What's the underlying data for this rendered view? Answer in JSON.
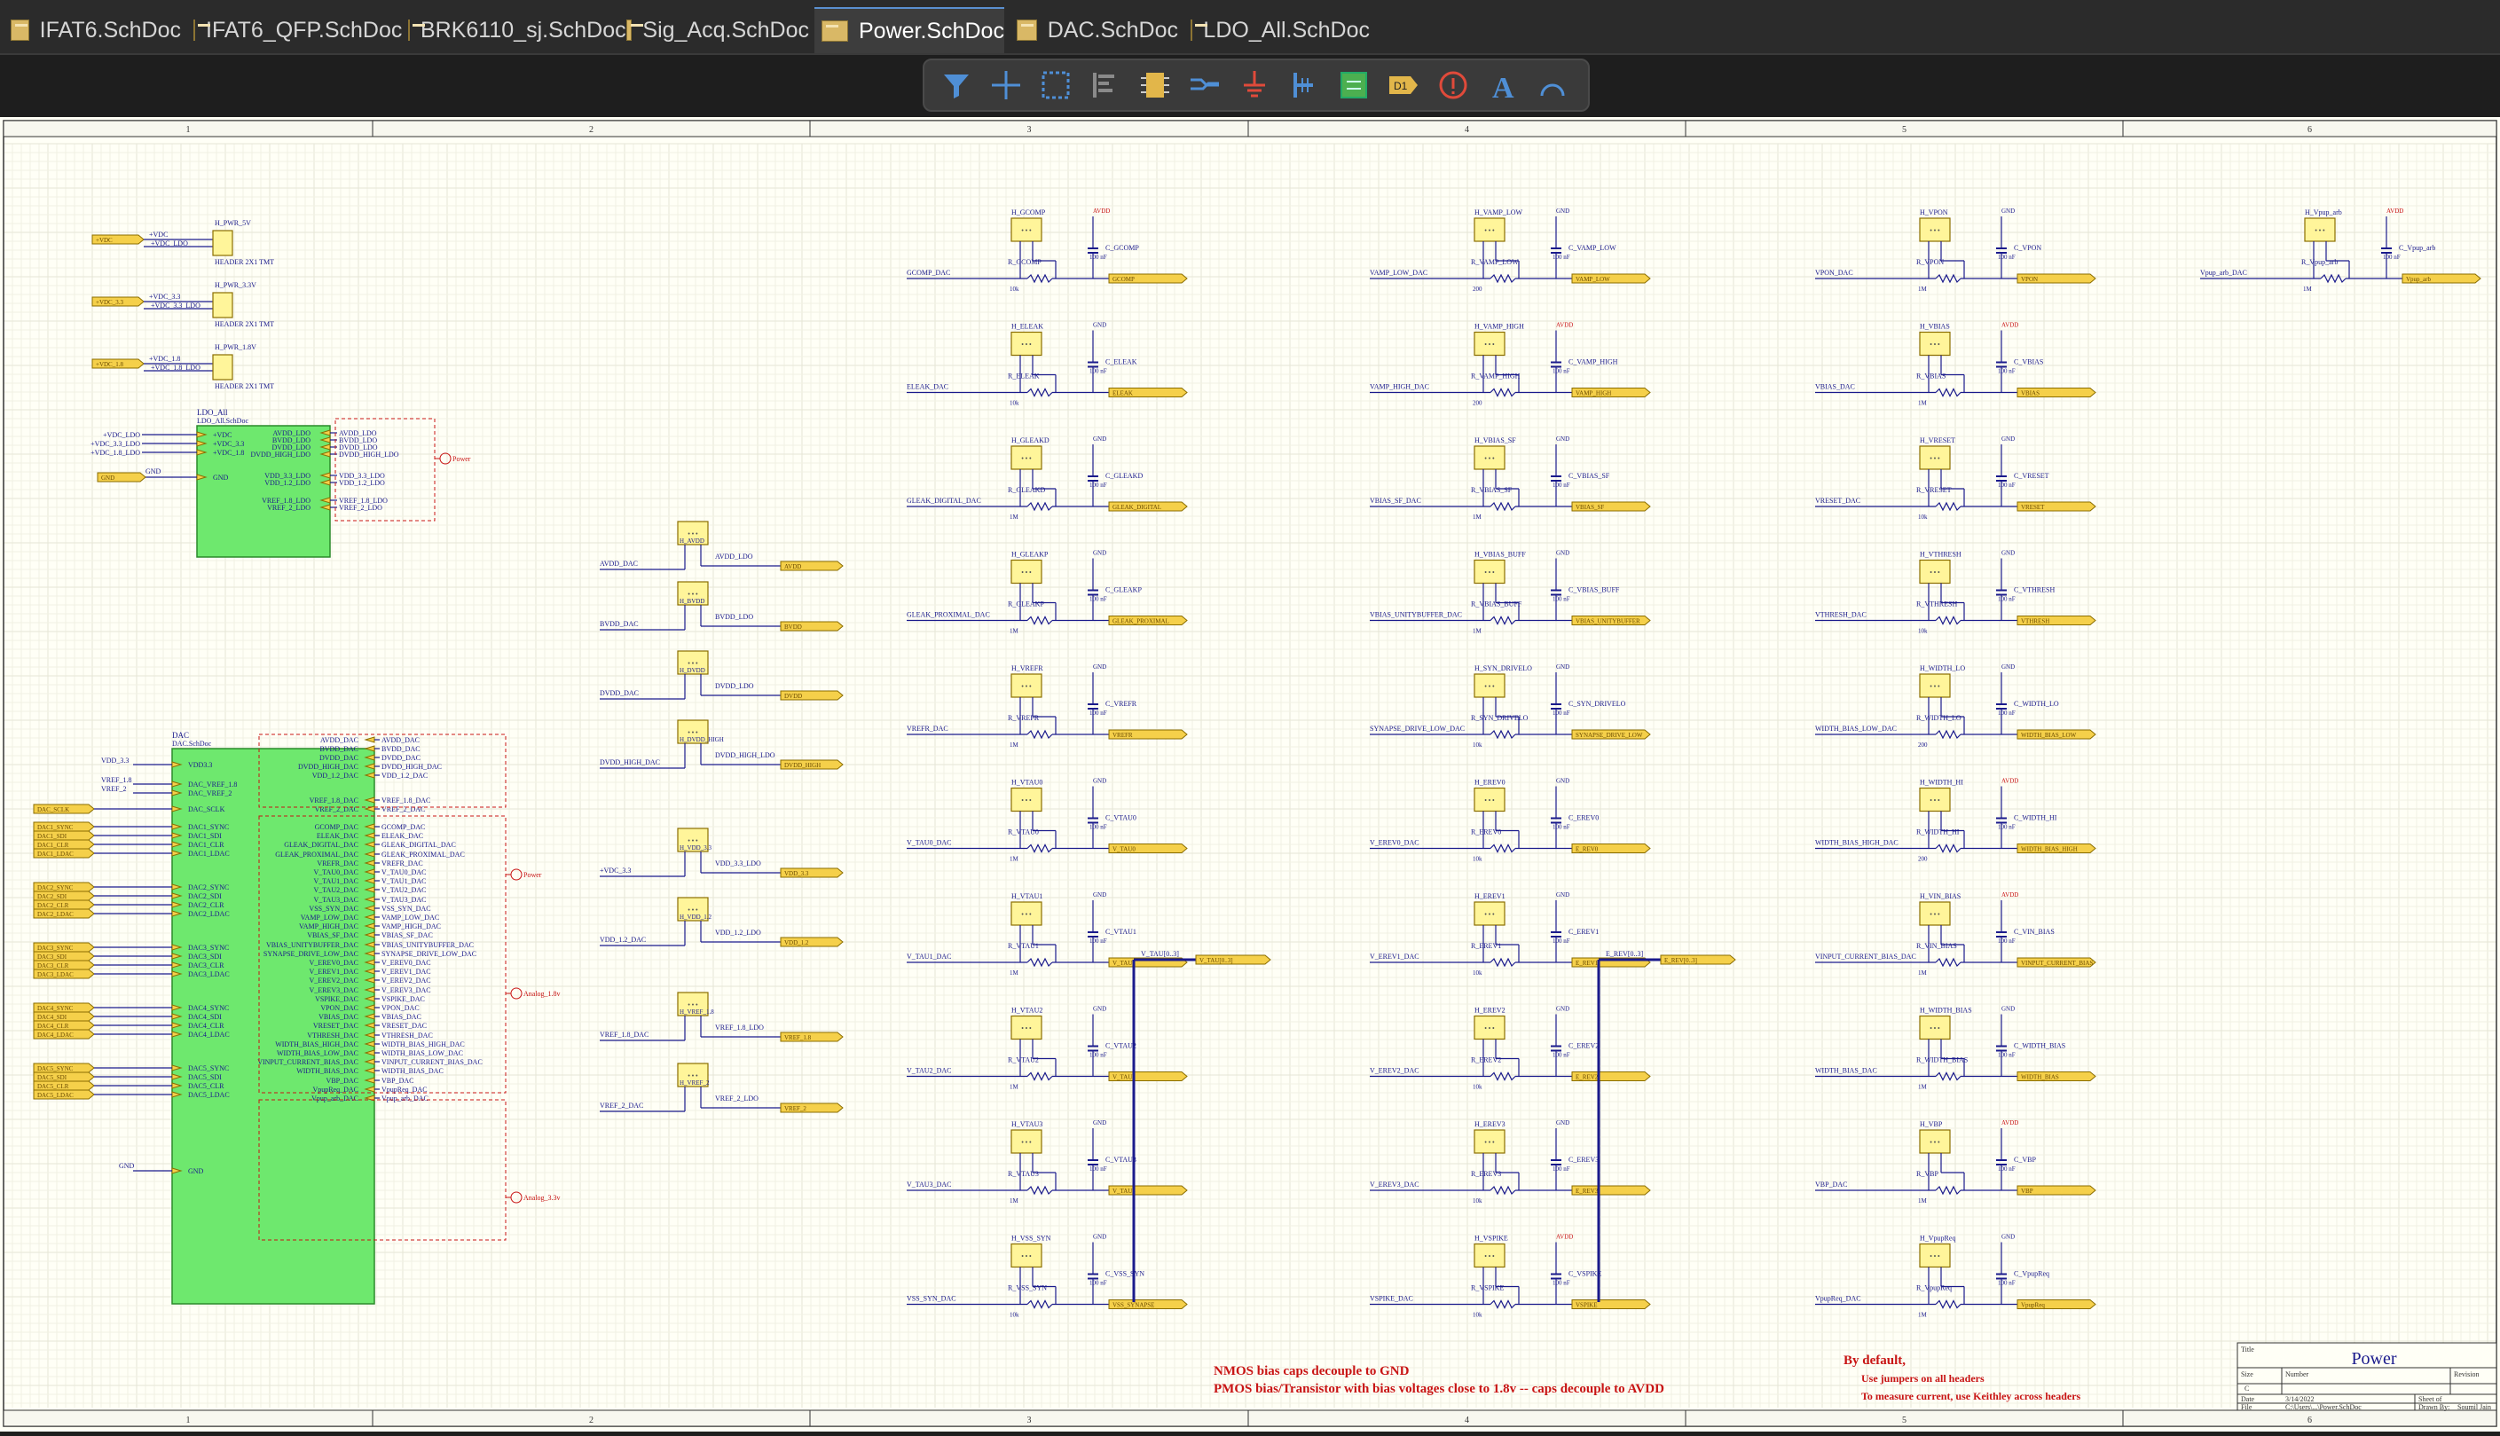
{
  "tabs": [
    {
      "label": "IFAT6.SchDoc",
      "active": false
    },
    {
      "label": "IFAT6_QFP.SchDoc",
      "active": false
    },
    {
      "label": "BRK6110_sj.SchDoc",
      "active": false
    },
    {
      "label": "Sig_Acq.SchDoc",
      "active": false
    },
    {
      "label": "Power.SchDoc",
      "active": true
    },
    {
      "label": "DAC.SchDoc",
      "active": false
    },
    {
      "label": "LDO_All.SchDoc",
      "active": false
    }
  ],
  "toolbar": {
    "icons": [
      "filter-icon",
      "crosshair-icon",
      "select-rect-icon",
      "align-icon",
      "component-icon",
      "bus-icon",
      "ground-icon",
      "power-port-icon",
      "sheet-symbol-icon",
      "net-label-icon",
      "directive-icon",
      "text-icon",
      "arc-icon"
    ]
  },
  "ruler": {
    "columns": [
      "1",
      "2",
      "3",
      "4",
      "5",
      "6"
    ]
  },
  "schematic": {
    "headers": [
      {
        "label": "H_PWR_5V",
        "net": "+VDC",
        "pinnet": "+VDC_LDO",
        "part": "HEADER 2X1 TMT"
      },
      {
        "label": "H_PWR_3.3V",
        "net": "+VDC_3.3",
        "pinnet": "+VDC_3.3_LDO",
        "part": "HEADER 2X1 TMT"
      },
      {
        "label": "H_PWR_1.8V",
        "net": "+VDC_1.8",
        "pinnet": "+VDC_1.8_LDO",
        "part": "HEADER 2X1 TMT"
      }
    ],
    "ldo": {
      "designator": "LDO_All",
      "file": "LDO_All.SchDoc",
      "left_pins": [
        "+VDC",
        "+VDC_3.3",
        "+VDC_1.8",
        "GND"
      ],
      "left_nets": [
        "+VDC_LDO",
        "+VDC_3.3_LDO",
        "+VDC_1.8_LDO",
        "GND"
      ],
      "right_pins": [
        "AVDD_LDO",
        "BVDD_LDO",
        "DVDD_LDO",
        "DVDD_HIGH_LDO",
        "VDD_3.3_LDO",
        "VDD_1.2_LDO",
        "VREF_1.8_LDO",
        "VREF_2_LDO"
      ],
      "harness": "Power",
      "gnd_label": "GND"
    },
    "dac": {
      "designator": "DAC",
      "file": "DAC.SchDoc",
      "left_pins": [
        "VDD3.3",
        "DAC_VREF_1.8",
        "DAC_VREF_2",
        "DAC_SCLK",
        "DAC1_SYNC",
        "DAC1_SDI",
        "DAC1_CLR",
        "DAC1_LDAC",
        "DAC2_SYNC",
        "DAC2_SDI",
        "DAC2_CLR",
        "DAC2_LDAC",
        "DAC3_SYNC",
        "DAC3_SDI",
        "DAC3_CLR",
        "DAC3_LDAC",
        "DAC4_SYNC",
        "DAC4_SDI",
        "DAC4_CLR",
        "DAC4_LDAC",
        "DAC5_SYNC",
        "DAC5_SDI",
        "DAC5_CLR",
        "DAC5_LDAC",
        "GND"
      ],
      "left_nets": [
        "VDD_3.3",
        "VREF_1.8",
        "VREF_2",
        "DAC_SCLK",
        "DAC1_SYNC",
        "DAC1_SDI",
        "DAC1_CLR",
        "DAC1_LDAC",
        "DAC2_SYNC",
        "DAC2_SDI",
        "DAC2_CLR",
        "DAC2_LDAC",
        "DAC3_SYNC",
        "DAC3_SDI",
        "DAC3_CLR",
        "DAC3_LDAC",
        "DAC4_SYNC",
        "DAC4_SDI",
        "DAC4_CLR",
        "DAC4_LDAC",
        "DAC5_SYNC",
        "DAC5_SDI",
        "DAC5_CLR",
        "DAC5_LDAC",
        "GND"
      ],
      "right_pins": [
        "AVDD_DAC",
        "BVDD_DAC",
        "DVDD_DAC",
        "DVDD_HIGH_DAC",
        "VDD_1.2_DAC",
        "VREF_1.8_DAC",
        "VREF_2_DAC",
        "GCOMP_DAC",
        "ELEAK_DAC",
        "GLEAK_DIGITAL_DAC",
        "GLEAK_PROXIMAL_DAC",
        "VREFR_DAC",
        "V_TAU0_DAC",
        "V_TAU1_DAC",
        "V_TAU2_DAC",
        "V_TAU3_DAC",
        "VSS_SYN_DAC",
        "VAMP_LOW_DAC",
        "VAMP_HIGH_DAC",
        "VBIAS_SF_DAC",
        "VBIAS_UNITYBUFFER_DAC",
        "SYNAPSE_DRIVE_LOW_DAC",
        "V_EREV0_DAC",
        "V_EREV1_DAC",
        "V_EREV2_DAC",
        "V_EREV3_DAC",
        "VSPIKE_DAC",
        "VPON_DAC",
        "VBIAS_DAC",
        "VRESET_DAC",
        "VTHRESH_DAC",
        "WIDTH_BIAS_HIGH_DAC",
        "WIDTH_BIAS_LOW_DAC",
        "VINPUT_CURRENT_BIAS_DAC",
        "WIDTH_BIAS_DAC",
        "VBP_DAC",
        "VpupReq_DAC",
        "Vpup_arb_DAC"
      ],
      "harnesses": [
        "Power",
        "Analog_1.8v",
        "Analog_3.3v"
      ]
    },
    "supply_headers": [
      {
        "designator": "H_AVDD",
        "in": "AVDD_DAC",
        "ldo": "AVDD_LDO",
        "out": "AVDD"
      },
      {
        "designator": "H_BVDD",
        "in": "BVDD_DAC",
        "ldo": "BVDD_LDO",
        "out": "BVDD"
      },
      {
        "designator": "H_DVDD",
        "in": "DVDD_DAC",
        "ldo": "DVDD_LDO",
        "out": "DVDD"
      },
      {
        "designator": "H_DVDD_HIGH",
        "in": "DVDD_HIGH_DAC",
        "ldo": "DVDD_HIGH_LDO",
        "out": "DVDD_HIGH"
      },
      {
        "designator": "H_VDD_3.3",
        "in": "+VDC_3.3",
        "ldo": "VDD_3.3_LDO",
        "out": "VDD_3.3"
      },
      {
        "designator": "H_VDD_1.2",
        "in": "VDD_1.2_DAC",
        "ldo": "VDD_1.2_LDO",
        "out": "VDD_1.2"
      },
      {
        "designator": "H_VREF_1.8",
        "in": "VREF_1.8_DAC",
        "ldo": "VREF_1.8_LDO",
        "out": "VREF_1.8"
      },
      {
        "designator": "H_VREF_2",
        "in": "VREF_2_DAC",
        "ldo": "VREF_2_LDO",
        "out": "VREF_2"
      }
    ],
    "bias_cells": [
      {
        "col": 0,
        "h": "H_GCOMP",
        "cap": "C_GCOMP",
        "cv": "100 nF",
        "res": "R_GCOMP",
        "rv": "10k",
        "in": "GCOMP_DAC",
        "out": "GCOMP",
        "sup": "AVDD"
      },
      {
        "col": 0,
        "h": "H_ELEAK",
        "cap": "C_ELEAK",
        "cv": "100 nF",
        "res": "R_ELEAK",
        "rv": "10k",
        "in": "ELEAK_DAC",
        "out": "ELEAK",
        "sup": "GND"
      },
      {
        "col": 0,
        "h": "H_GLEAKD",
        "cap": "C_GLEAKD",
        "cv": "100 nF",
        "res": "R_GLEAKD",
        "rv": "1M",
        "in": "GLEAK_DIGITAL_DAC",
        "out": "GLEAK_DIGITAL",
        "sup": "GND"
      },
      {
        "col": 0,
        "h": "H_GLEAKP",
        "cap": "C_GLEAKP",
        "cv": "100 nF",
        "res": "R_GLEAKP",
        "rv": "1M",
        "in": "GLEAK_PROXIMAL_DAC",
        "out": "GLEAK_PROXIMAL",
        "sup": "GND"
      },
      {
        "col": 0,
        "h": "H_VREFR",
        "cap": "C_VREFR",
        "cv": "100 nF",
        "res": "R_VREFR",
        "rv": "1M",
        "in": "VREFR_DAC",
        "out": "VREFR",
        "sup": "GND"
      },
      {
        "col": 0,
        "h": "H_VTAU0",
        "cap": "C_VTAU0",
        "cv": "100 nF",
        "res": "R_VTAU0",
        "rv": "1M",
        "in": "V_TAU0_DAC",
        "out": "V_TAU0",
        "sup": "GND"
      },
      {
        "col": 0,
        "h": "H_VTAU1",
        "cap": "C_VTAU1",
        "cv": "100 nF",
        "res": "R_VTAU1",
        "rv": "1M",
        "in": "V_TAU1_DAC",
        "out": "V_TAU1",
        "sup": "GND"
      },
      {
        "col": 0,
        "h": "H_VTAU2",
        "cap": "C_VTAU2",
        "cv": "100 nF",
        "res": "R_VTAU2",
        "rv": "1M",
        "in": "V_TAU2_DAC",
        "out": "V_TAU2",
        "sup": "GND"
      },
      {
        "col": 0,
        "h": "H_VTAU3",
        "cap": "C_VTAU3",
        "cv": "100 nF",
        "res": "R_VTAU3",
        "rv": "1M",
        "in": "V_TAU3_DAC",
        "out": "V_TAU3",
        "sup": "GND"
      },
      {
        "col": 0,
        "h": "H_VSS_SYN",
        "cap": "C_VSS_SYN",
        "cv": "100 nF",
        "res": "R_VSS_SYN",
        "rv": "10k",
        "in": "VSS_SYN_DAC",
        "out": "VSS_SYNAPSE",
        "sup": "GND"
      },
      {
        "col": 1,
        "h": "H_VAMP_LOW",
        "cap": "C_VAMP_LOW",
        "cv": "100 nF",
        "res": "R_VAMP_LOW",
        "rv": "200",
        "in": "VAMP_LOW_DAC",
        "out": "VAMP_LOW",
        "sup": "GND"
      },
      {
        "col": 1,
        "h": "H_VAMP_HIGH",
        "cap": "C_VAMP_HIGH",
        "cv": "100 nF",
        "res": "R_VAMP_HIGH",
        "rv": "200",
        "in": "VAMP_HIGH_DAC",
        "out": "VAMP_HIGH",
        "sup": "AVDD"
      },
      {
        "col": 1,
        "h": "H_VBIAS_SF",
        "cap": "C_VBIAS_SF",
        "cv": "100 nF",
        "res": "R_VBIAS_SF",
        "rv": "1M",
        "in": "VBIAS_SF_DAC",
        "out": "VBIAS_SF",
        "sup": "GND"
      },
      {
        "col": 1,
        "h": "H_VBIAS_BUFF",
        "cap": "C_VBIAS_BUFF",
        "cv": "100 nF",
        "res": "R_VBIAS_BUFF",
        "rv": "1M",
        "in": "VBIAS_UNITYBUFFER_DAC",
        "out": "VBIAS_UNITYBUFFER",
        "sup": "GND"
      },
      {
        "col": 1,
        "h": "H_SYN_DRIVELO",
        "cap": "C_SYN_DRIVELO",
        "cv": "100 nF",
        "res": "R_SYN_DRIVELO",
        "rv": "10k",
        "in": "SYNAPSE_DRIVE_LOW_DAC",
        "out": "SYNAPSE_DRIVE_LOW",
        "sup": "GND"
      },
      {
        "col": 1,
        "h": "H_EREV0",
        "cap": "C_EREV0",
        "cv": "100 nF",
        "res": "R_EREV0",
        "rv": "10k",
        "in": "V_EREV0_DAC",
        "out": "E_REV0",
        "sup": "GND"
      },
      {
        "col": 1,
        "h": "H_EREV1",
        "cap": "C_EREV1",
        "cv": "100 nF",
        "res": "R_EREV1",
        "rv": "10k",
        "in": "V_EREV1_DAC",
        "out": "E_REV1",
        "sup": "GND"
      },
      {
        "col": 1,
        "h": "H_EREV2",
        "cap": "C_EREV2",
        "cv": "100 nF",
        "res": "R_EREV2",
        "rv": "10k",
        "in": "V_EREV2_DAC",
        "out": "E_REV2",
        "sup": "GND"
      },
      {
        "col": 1,
        "h": "H_EREV3",
        "cap": "C_EREV3",
        "cv": "100 nF",
        "res": "R_EREV3",
        "rv": "10k",
        "in": "V_EREV3_DAC",
        "out": "E_REV3",
        "sup": "GND"
      },
      {
        "col": 1,
        "h": "H_VSPIKE",
        "cap": "C_VSPIKE",
        "cv": "100 nF",
        "res": "R_VSPIKE",
        "rv": "10k",
        "in": "VSPIKE_DAC",
        "out": "VSPIKE",
        "sup": "AVDD"
      },
      {
        "col": 2,
        "h": "H_VPON",
        "cap": "C_VPON",
        "cv": "100 nF",
        "res": "R_VPON",
        "rv": "1M",
        "in": "VPON_DAC",
        "out": "VPON",
        "sup": "GND"
      },
      {
        "col": 2,
        "h": "H_VBIAS",
        "cap": "C_VBIAS",
        "cv": "100 nF",
        "res": "R_VBIAS",
        "rv": "1M",
        "in": "VBIAS_DAC",
        "out": "VBIAS",
        "sup": "AVDD"
      },
      {
        "col": 2,
        "h": "H_VRESET",
        "cap": "C_VRESET",
        "cv": "100 nF",
        "res": "R_VRESET",
        "rv": "10k",
        "in": "VRESET_DAC",
        "out": "VRESET",
        "sup": "GND"
      },
      {
        "col": 2,
        "h": "H_VTHRESH",
        "cap": "C_VTHRESH",
        "cv": "100 nF",
        "res": "R_VTHRESH",
        "rv": "10k",
        "in": "VTHRESH_DAC",
        "out": "VTHRESH",
        "sup": "GND"
      },
      {
        "col": 2,
        "h": "H_WIDTH_LO",
        "cap": "C_WIDTH_LO",
        "cv": "100 nF",
        "res": "R_WIDTH_LO",
        "rv": "200",
        "in": "WIDTH_BIAS_LOW_DAC",
        "out": "WIDTH_BIAS_LOW",
        "sup": "GND"
      },
      {
        "col": 2,
        "h": "H_WIDTH_HI",
        "cap": "C_WIDTH_HI",
        "cv": "100 nF",
        "res": "R_WIDTH_HI",
        "rv": "200",
        "in": "WIDTH_BIAS_HIGH_DAC",
        "out": "WIDTH_BIAS_HIGH",
        "sup": "AVDD"
      },
      {
        "col": 2,
        "h": "H_VIN_BIAS",
        "cap": "C_VIN_BIAS",
        "cv": "100 nF",
        "res": "R_VIN_BIAS",
        "rv": "1M",
        "in": "VINPUT_CURRENT_BIAS_DAC",
        "out": "VINPUT_CURRENT_BIAS",
        "sup": "AVDD"
      },
      {
        "col": 2,
        "h": "H_WIDTH_BIAS",
        "cap": "C_WIDTH_BIAS",
        "cv": "100 nF",
        "res": "R_WIDTH_BIAS",
        "rv": "1M",
        "in": "WIDTH_BIAS_DAC",
        "out": "WIDTH_BIAS",
        "sup": "GND"
      },
      {
        "col": 2,
        "h": "H_VBP",
        "cap": "C_VBP",
        "cv": "100 nF",
        "res": "R_VBP",
        "rv": "1M",
        "in": "VBP_DAC",
        "out": "VBP",
        "sup": "AVDD"
      },
      {
        "col": 2,
        "h": "H_VpupReq",
        "cap": "C_VpupReq",
        "cv": "100 nF",
        "res": "R_VpupReq",
        "rv": "1M",
        "in": "VpupReq_DAC",
        "out": "VpupReq",
        "sup": "GND"
      },
      {
        "col": 3,
        "h": "H_Vpup_arb",
        "cap": "C_Vpup_arb",
        "cv": "100 nF",
        "res": "R_Vpup_arb",
        "rv": "1M",
        "in": "Vpup_arb_DAC",
        "out": "Vpup_arb",
        "sup": "AVDD"
      }
    ],
    "buses": [
      {
        "label": "V_TAU[0..3]"
      },
      {
        "label": "E_REV[0..3]"
      }
    ],
    "notes": {
      "red_left_1": "NMOS bias caps decouple to GND",
      "red_left_2": "PMOS bias/Transistor with bias voltages close to 1.8v -- caps decouple to AVDD",
      "red_right_1": "By default,",
      "red_right_2": "Use jumpers on all headers",
      "red_right_3": "To measure current, use Keithley across headers"
    },
    "titleblock": {
      "title_label": "Title",
      "title": "Power",
      "size_label": "Size",
      "size": "C",
      "number_label": "Number",
      "revision_label": "Revision",
      "date_label": "Date",
      "date": "3/14/2022",
      "sheet_label": "Sheet of",
      "file_label": "File",
      "file": "C:\\Users\\...\\Power.SchDoc",
      "drawn_label": "Drawn By:",
      "drawn": "Soumil Jain"
    }
  }
}
